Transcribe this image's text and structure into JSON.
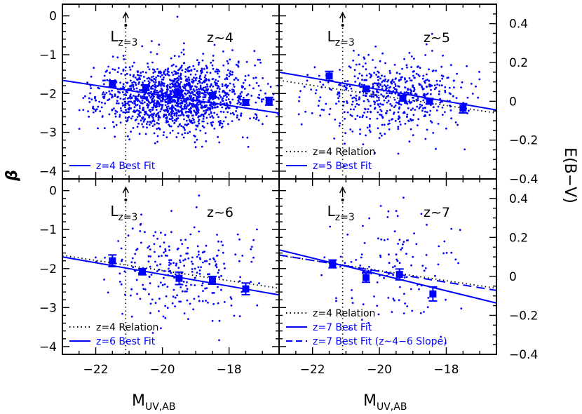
{
  "figure": {
    "x_label_main": "M",
    "x_label_sub": "UV,AB",
    "y_label_left": "β",
    "y_label_right": "E(B−V)",
    "lstar_main": "L",
    "lstar_sub": "z=3"
  },
  "colors": {
    "blue": "#0000ff",
    "black": "#000000"
  },
  "chart_data": [
    {
      "type": "scatter",
      "panel": "top-left",
      "label": "z~4",
      "xlim": [
        -23,
        -16.5
      ],
      "ylim": [
        -4.2,
        0.3
      ],
      "ylim_ebv": [
        -0.4,
        0.5
      ],
      "x_ticks": [
        -22,
        -20,
        -18
      ],
      "y_ticks": [
        0,
        -1,
        -2,
        -3,
        -4
      ],
      "ebv_ticks": [
        0.4,
        0.2,
        0,
        -0.2,
        -0.4
      ],
      "lstar_x": -21.1,
      "cloud": {
        "count": 1500,
        "mu_x": -19.6,
        "sig_x": 1.1,
        "mu_y": -2.1,
        "sig_y": 0.45,
        "x_range": [
          -22.5,
          -16.5
        ],
        "seed": 11
      },
      "binned": {
        "x": [
          -21.5,
          -20.5,
          -19.5,
          -18.5,
          -17.5,
          -16.8
        ],
        "y": [
          -1.75,
          -1.85,
          -1.98,
          -2.05,
          -2.23,
          -2.2
        ],
        "err": [
          0.08,
          0.06,
          0.05,
          0.06,
          0.07,
          0.1
        ]
      },
      "fits": [
        {
          "name": "z=4 Best Fit",
          "slope": -0.13,
          "intercept": -4.65,
          "style": "solid",
          "color": "#0000ff"
        }
      ]
    },
    {
      "type": "scatter",
      "panel": "top-right",
      "label": "z~5",
      "xlim": [
        -23,
        -16.5
      ],
      "ylim": [
        -4.2,
        0.3
      ],
      "ylim_ebv": [
        -0.4,
        0.5
      ],
      "x_ticks": [
        -22,
        -20,
        -18
      ],
      "y_ticks": [
        0,
        -1,
        -2,
        -3,
        -4
      ],
      "ebv_ticks": [
        0.4,
        0.2,
        0,
        -0.2,
        -0.4
      ],
      "lstar_x": -21.1,
      "cloud": {
        "count": 560,
        "mu_x": -19.6,
        "sig_x": 1.1,
        "mu_y": -2.05,
        "sig_y": 0.5,
        "x_range": [
          -22.5,
          -17
        ],
        "seed": 23
      },
      "binned": {
        "x": [
          -21.5,
          -20.4,
          -19.3,
          -18.5,
          -17.5
        ],
        "y": [
          -1.55,
          -1.88,
          -2.12,
          -2.2,
          -2.38
        ],
        "err": [
          0.12,
          0.06,
          0.07,
          0.07,
          0.12
        ]
      },
      "fits": [
        {
          "name": "z=4 Relation",
          "slope": -0.13,
          "intercept": -4.65,
          "style": "dotted",
          "color": "#000000"
        },
        {
          "name": "z=5 Best Fit",
          "slope": -0.15,
          "intercept": -4.9,
          "style": "solid",
          "color": "#0000ff"
        }
      ]
    },
    {
      "type": "scatter",
      "panel": "bottom-left",
      "label": "z~6",
      "xlim": [
        -23,
        -16.5
      ],
      "ylim": [
        -4.2,
        0.3
      ],
      "ylim_ebv": [
        -0.4,
        0.5
      ],
      "x_ticks": [
        -22,
        -20,
        -18
      ],
      "y_ticks": [
        0,
        -1,
        -2,
        -3,
        -4
      ],
      "ebv_ticks": [
        0.4,
        0.2,
        0,
        -0.2,
        -0.4
      ],
      "lstar_x": -21.1,
      "cloud": {
        "count": 260,
        "mu_x": -19.5,
        "sig_x": 1.05,
        "mu_y": -2.1,
        "sig_y": 0.65,
        "x_range": [
          -22.5,
          -17
        ],
        "seed": 37
      },
      "binned": {
        "x": [
          -21.5,
          -20.6,
          -19.5,
          -18.5,
          -17.5
        ],
        "y": [
          -1.8,
          -2.08,
          -2.25,
          -2.3,
          -2.52
        ],
        "err": [
          0.15,
          0.08,
          0.16,
          0.1,
          0.15
        ]
      },
      "fits": [
        {
          "name": "z=4 Relation",
          "slope": -0.13,
          "intercept": -4.65,
          "style": "dotted",
          "color": "#000000"
        },
        {
          "name": "z=6 Best Fit",
          "slope": -0.15,
          "intercept": -5.15,
          "style": "solid",
          "color": "#0000ff"
        }
      ]
    },
    {
      "type": "scatter",
      "panel": "bottom-right",
      "label": "z~7",
      "xlim": [
        -23,
        -16.5
      ],
      "ylim": [
        -4.2,
        0.3
      ],
      "ylim_ebv": [
        -0.4,
        0.5
      ],
      "x_ticks": [
        -22,
        -20,
        -18
      ],
      "y_ticks": [
        0,
        -1,
        -2,
        -3,
        -4
      ],
      "ebv_ticks": [
        0.4,
        0.2,
        0,
        -0.2,
        -0.4
      ],
      "lstar_x": -21.1,
      "cloud": {
        "count": 115,
        "mu_x": -19.3,
        "sig_x": 1.0,
        "mu_y": -2.0,
        "sig_y": 0.75,
        "x_range": [
          -22.5,
          -17.3
        ],
        "seed": 41
      },
      "binned": {
        "x": [
          -21.4,
          -20.4,
          -19.4,
          -18.4
        ],
        "y": [
          -1.88,
          -2.23,
          -2.15,
          -2.65
        ],
        "err": [
          0.1,
          0.12,
          0.14,
          0.18
        ]
      },
      "fits": [
        {
          "name": "z=4 Relation",
          "slope": -0.13,
          "intercept": -4.65,
          "style": "dotted",
          "color": "#000000"
        },
        {
          "name": "z=7 Best Fit",
          "slope": -0.21,
          "intercept": -6.35,
          "style": "solid",
          "color": "#0000ff"
        },
        {
          "name": "z=7 Best Fit (z~4−6 Slope)",
          "slope": -0.14,
          "intercept": -4.87,
          "style": "dashed",
          "color": "#0000ff"
        }
      ]
    }
  ]
}
